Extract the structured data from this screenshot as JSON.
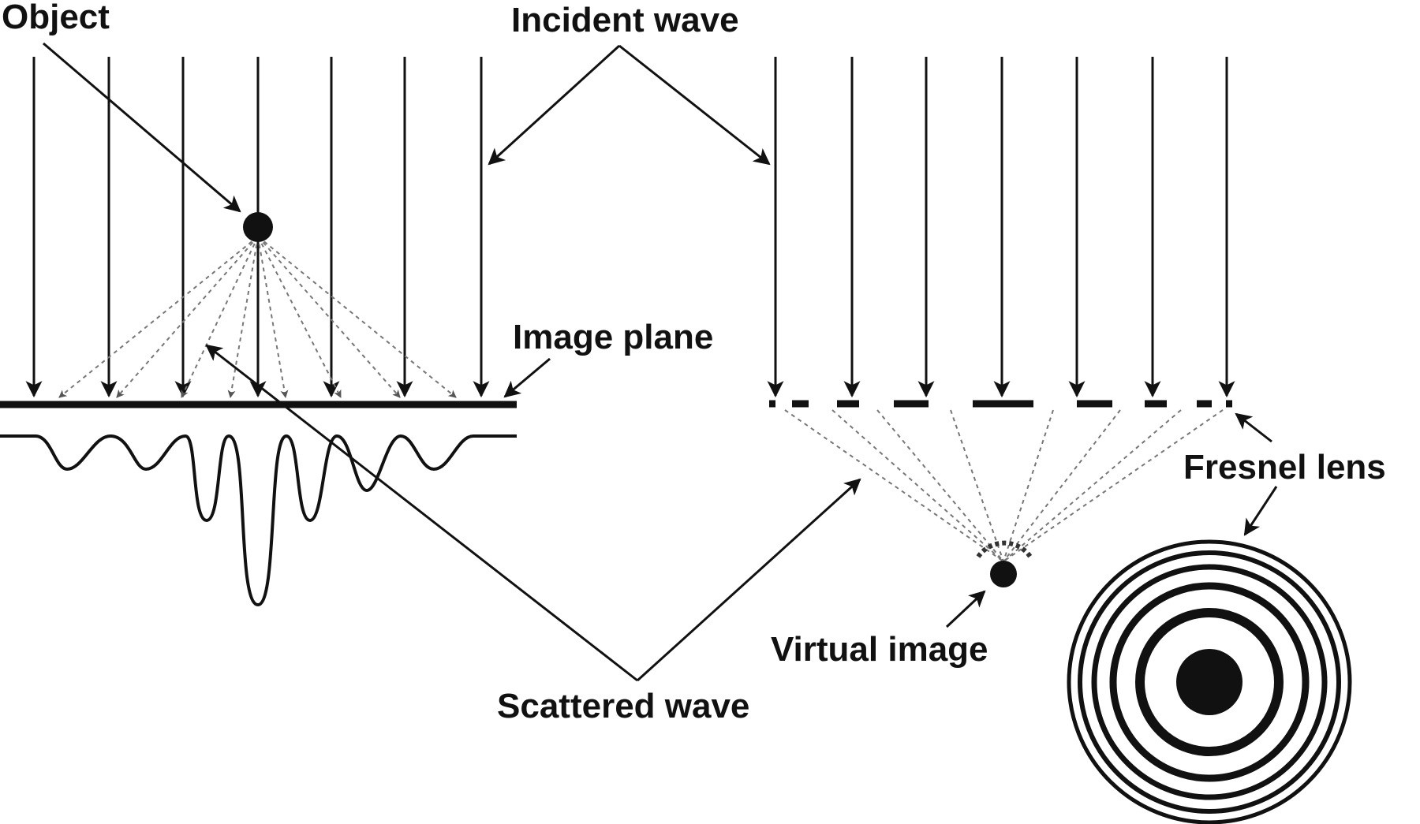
{
  "labels": {
    "object": "Object",
    "incident_wave": "Incident wave",
    "image_plane": "Image plane",
    "fresnel_lens": "Fresnel lens",
    "virtual_image": "Virtual image",
    "scattered_wave": "Scattered wave"
  },
  "colors": {
    "ink": "#111111",
    "dashed": "#777777",
    "background": "#ffffff"
  }
}
